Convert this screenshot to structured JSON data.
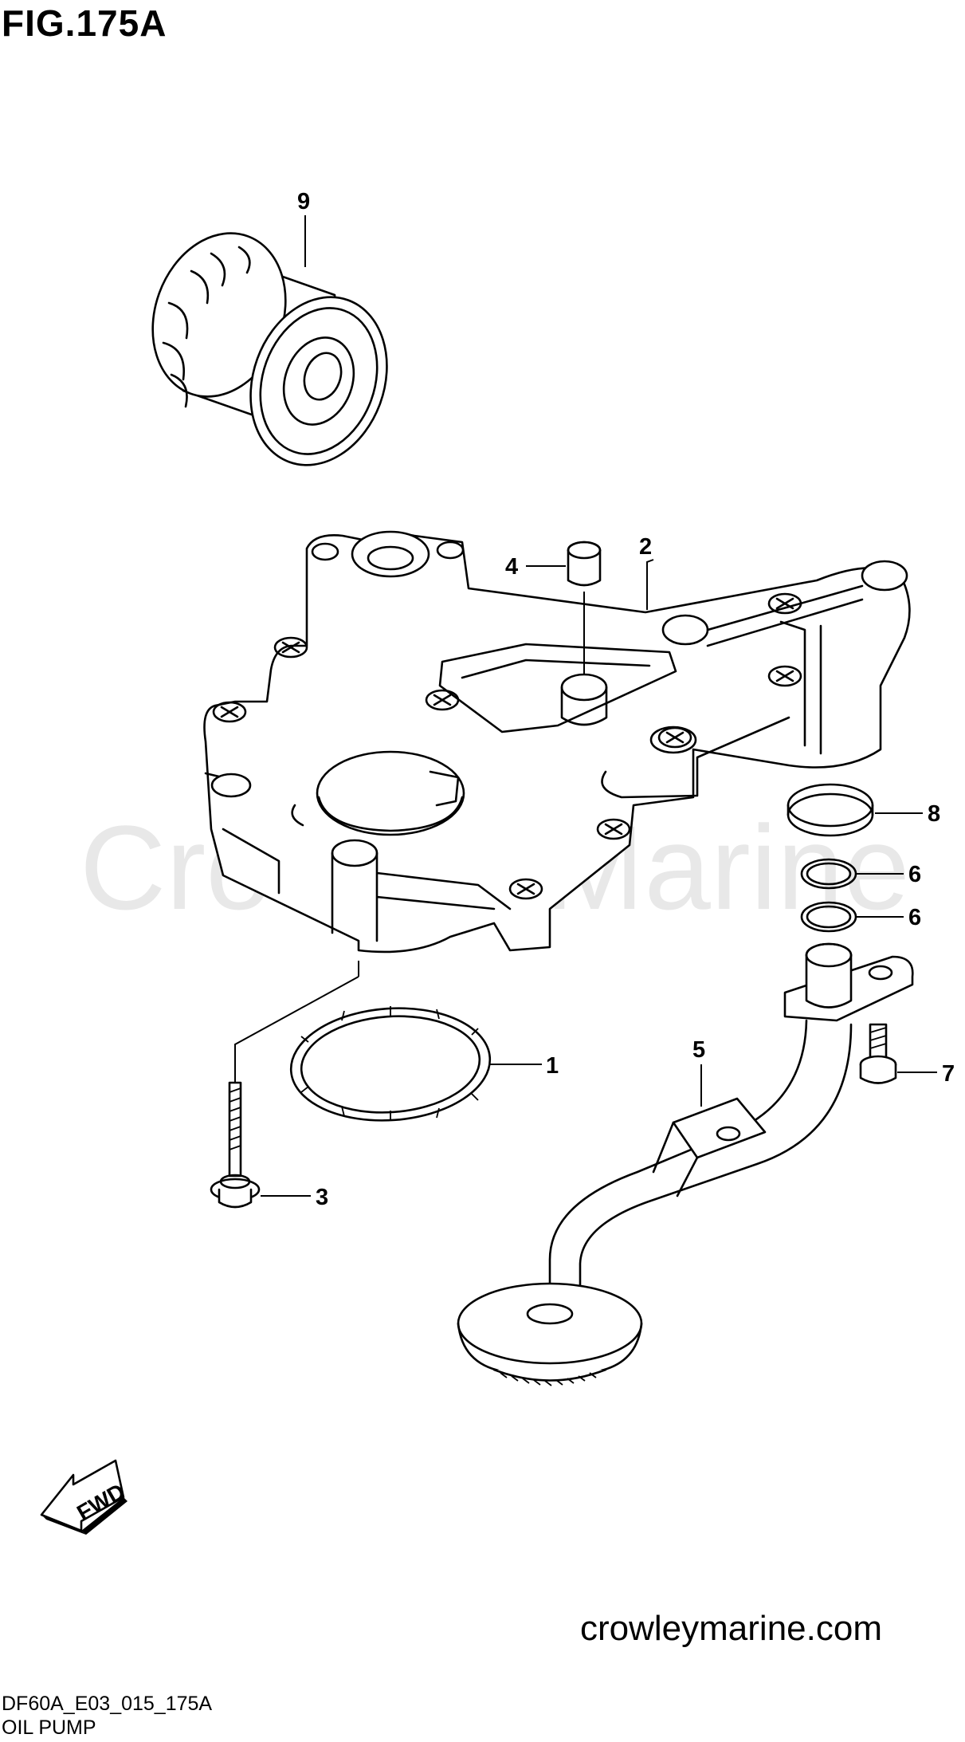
{
  "figure": {
    "title": "FIG.175A"
  },
  "callouts": [
    {
      "id": "9",
      "label": "9"
    },
    {
      "id": "2",
      "label": "2"
    },
    {
      "id": "4",
      "label": "4"
    },
    {
      "id": "8",
      "label": "8"
    },
    {
      "id": "6a",
      "label": "6"
    },
    {
      "id": "6b",
      "label": "6"
    },
    {
      "id": "1",
      "label": "1"
    },
    {
      "id": "5",
      "label": "5"
    },
    {
      "id": "7",
      "label": "7"
    },
    {
      "id": "3",
      "label": "3"
    }
  ],
  "watermark": "Crowley Marine",
  "fwd_label": "FWD",
  "footer": {
    "site": "crowleymarine.com",
    "drawing_code": "DF60A_E03_015_175A",
    "caption": "OIL PUMP"
  }
}
